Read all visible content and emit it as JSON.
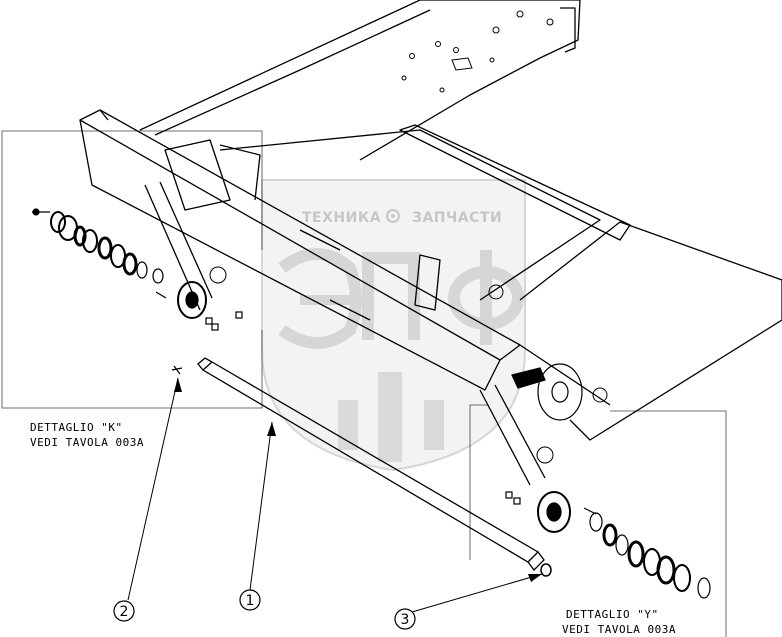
{
  "watermark": {
    "brand_left": "ТЕХНИКА",
    "brand_right": "ЗАПЧАСТИ",
    "logo": "ЭПФ",
    "gear_icon": "gear-icon"
  },
  "detail_k": {
    "line1": "DETTAGLIO \"K\"",
    "line2": "VEDI TAVOLA 003A"
  },
  "detail_y": {
    "line1": "DETTAGLIO \"Y\"",
    "line2": "VEDI TAVOLA 003A"
  },
  "callouts": [
    {
      "label": "2"
    },
    {
      "label": "1"
    },
    {
      "label": "3"
    }
  ],
  "colors": {
    "line": "#000000",
    "watermark": "#c8c8c8"
  }
}
